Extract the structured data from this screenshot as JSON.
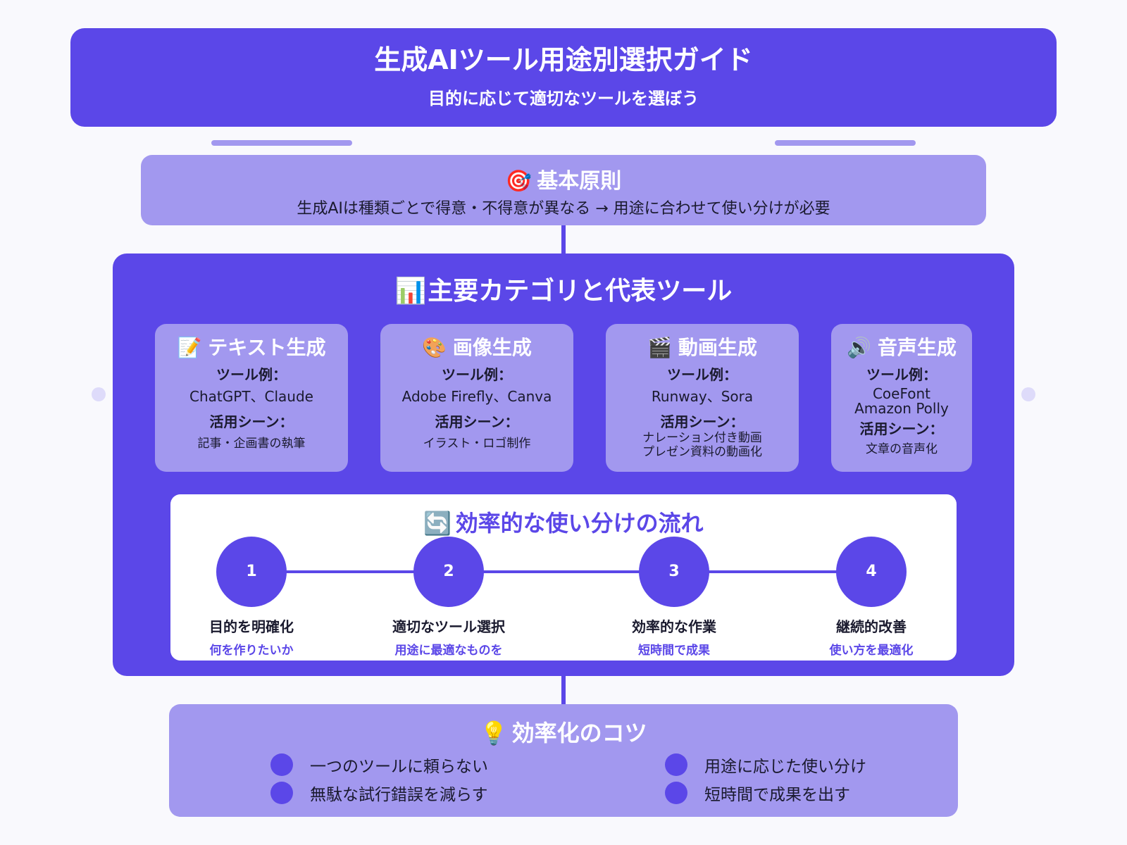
{
  "header": {
    "title": "生成AIツール用途別選択ガイド",
    "subtitle": "目的に応じて適切なツールを選ぼう"
  },
  "principle": {
    "icon": "target-icon",
    "icon_glyph": "🎯",
    "heading": "基本原則",
    "text": "生成AIは種類ごとで得意・不得意が異なる → 用途に合わせて使い分けが必要"
  },
  "categories": {
    "icon": "bar-chart-icon",
    "icon_glyph": "📊",
    "heading": "主要カテゴリと代表ツール",
    "tools_label": "ツール例：",
    "scenes_label": "活用シーン：",
    "items": [
      {
        "icon": "memo-icon",
        "icon_glyph": "📝",
        "name": "テキスト生成",
        "tools": [
          "ChatGPT、Claude"
        ],
        "scenes": [
          "記事・企画書の執筆"
        ]
      },
      {
        "icon": "palette-icon",
        "icon_glyph": "🎨",
        "name": "画像生成",
        "tools": [
          "Adobe Firefly、Canva"
        ],
        "scenes": [
          "イラスト・ロゴ制作"
        ]
      },
      {
        "icon": "clapper-icon",
        "icon_glyph": "🎬",
        "name": "動画生成",
        "tools": [
          "Runway、Sora"
        ],
        "scenes": [
          "ナレーション付き動画",
          "プレゼン資料の動画化"
        ]
      },
      {
        "icon": "speaker-icon",
        "icon_glyph": "🔊",
        "name": "音声生成",
        "tools": [
          "CoeFont",
          "Amazon Polly"
        ],
        "scenes": [
          "文章の音声化"
        ]
      }
    ]
  },
  "flow": {
    "icon": "cycle-icon",
    "icon_glyph": "🔄",
    "heading": "効率的な使い分けの流れ",
    "steps": [
      {
        "number": "1",
        "title": "目的を明確化",
        "sub": "何を作りたいか"
      },
      {
        "number": "2",
        "title": "適切なツール選択",
        "sub": "用途に最適なものを"
      },
      {
        "number": "3",
        "title": "効率的な作業",
        "sub": "短時間で成果"
      },
      {
        "number": "4",
        "title": "継続的改善",
        "sub": "使い方を最適化"
      }
    ]
  },
  "tips": {
    "icon": "lightbulb-icon",
    "icon_glyph": "💡",
    "heading": "効率化のコツ",
    "items": [
      "一つのツールに頼らない",
      "無駄な試行錯誤を減らす",
      "用途に応じた使い分け",
      "短時間で成果を出す"
    ]
  },
  "colors": {
    "primary": "#5b47e8",
    "secondary": "#a298ef",
    "background": "#f9f9fd",
    "panel": "#ffffff"
  }
}
